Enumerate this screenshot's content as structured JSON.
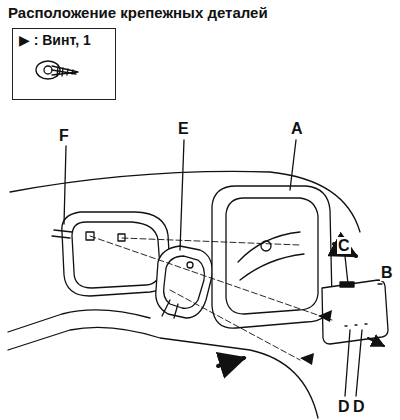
{
  "diagram": {
    "title": "Расположение крепежных деталей",
    "nodes": [
      {
        "text": [
          "▶ : Винт, 1"
        ]
      }
    ],
    "labels": [
      "F",
      "E",
      "A",
      "C",
      "B",
      "D",
      "D"
    ]
  }
}
